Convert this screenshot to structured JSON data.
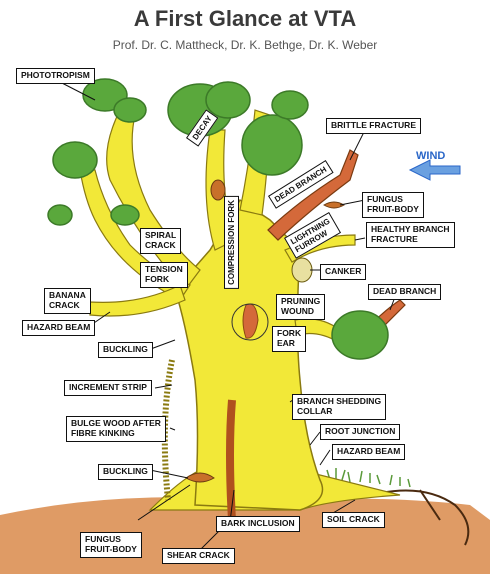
{
  "header": {
    "title": "A First Glance at VTA",
    "subtitle": "Prof. Dr. C. Mattheck, Dr. K. Bethge, Dr. K. Weber"
  },
  "wind_label": "WIND",
  "labels": {
    "phototropism": "PHOTOTROPISM",
    "decay": "DECAY",
    "brittle_fracture": "BRITTLE FRACTURE",
    "dead_branch_top": "DEAD BRANCH",
    "fungus_fruit_body_top": [
      "FUNGUS",
      "FRUIT-BODY"
    ],
    "lightning_furrow": [
      "LIGHTNING",
      "FURROW"
    ],
    "healthy_branch_fracture": [
      "HEALTHY BRANCH",
      "FRACTURE"
    ],
    "compression_fork": "COMPRESSION FORK",
    "spiral_crack": [
      "SPIRAL",
      "CRACK"
    ],
    "tension_fork": [
      "TENSION",
      "FORK"
    ],
    "canker": "CANKER",
    "banana_crack": [
      "BANANA",
      "CRACK"
    ],
    "dead_branch_right": "DEAD BRANCH",
    "pruning_wound": [
      "PRUNING",
      "WOUND"
    ],
    "hazard_beam_left": "HAZARD BEAM",
    "fork_ear": [
      "FORK",
      "EAR"
    ],
    "buckling_top": "BUCKLING",
    "increment_strip": "INCREMENT STRIP",
    "branch_shedding_collar": [
      "BRANCH SHEDDING",
      "COLLAR"
    ],
    "bulge_wood": [
      "BULGE WOOD AFTER",
      "FIBRE KINKING"
    ],
    "root_junction": "ROOT JUNCTION",
    "hazard_beam_right": "HAZARD BEAM",
    "buckling_bottom": "BUCKLING",
    "bark_inclusion": "BARK INCLUSION",
    "soil_crack": "SOIL CRACK",
    "fungus_fruit_body_bottom": [
      "FUNGUS",
      "FRUIT-BODY"
    ],
    "shear_crack": "SHEAR CRACK"
  },
  "colors": {
    "trunk": "#f2e838",
    "trunk_outline": "#8a7a10",
    "foliage": "#5aa83c",
    "foliage_dark": "#3c7a28",
    "soil": "#d98a4a",
    "dead_wood": "#d4693a",
    "wind_arrow": "#6aa0e0",
    "grass": "#6aa84a"
  }
}
